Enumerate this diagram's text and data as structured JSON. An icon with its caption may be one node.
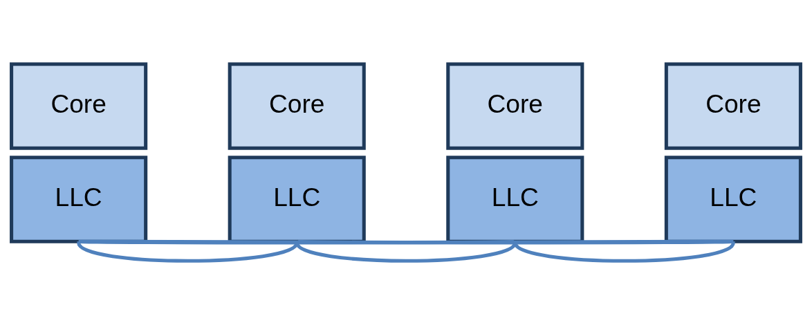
{
  "diagram": {
    "nodes": [
      {
        "text": [
          "Core"
        ]
      },
      {
        "text": [
          "LLC"
        ]
      },
      {
        "text": [
          "Core"
        ]
      },
      {
        "text": [
          "LLC"
        ]
      },
      {
        "text": [
          "Core"
        ]
      },
      {
        "text": [
          "LLC"
        ]
      },
      {
        "text": [
          "Core"
        ]
      },
      {
        "text": [
          "LLC"
        ]
      }
    ],
    "edges": [
      {
        "from": 1,
        "to": 3,
        "arrow": "none"
      },
      {
        "from": 1,
        "to": 5,
        "arrow": "none"
      },
      {
        "from": 1,
        "to": 7,
        "arrow": "none"
      },
      {
        "from": 3,
        "to": 5,
        "arrow": "none"
      },
      {
        "from": 3,
        "to": 7,
        "arrow": "none"
      },
      {
        "from": 5,
        "to": 7,
        "arrow": "none"
      }
    ]
  }
}
